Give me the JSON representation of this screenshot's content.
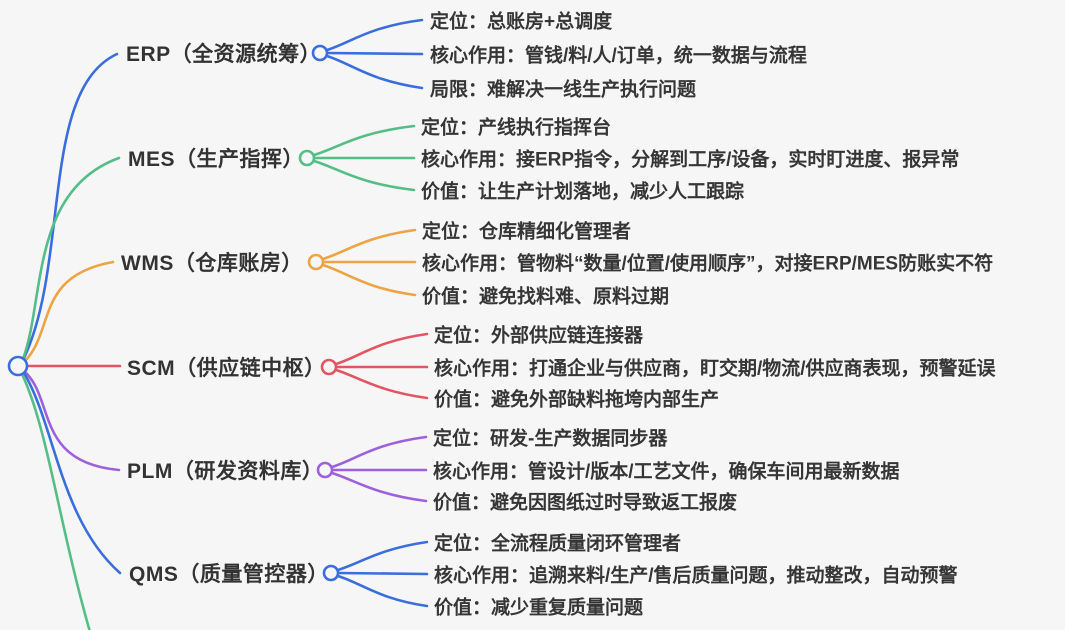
{
  "canvas": {
    "background": "#f6f6f7",
    "text_color": "#333333"
  },
  "root": {
    "color": "#3a6edc"
  },
  "branches": [
    {
      "label": "ERP（全资源统筹）",
      "color": "#3a6edc",
      "details": [
        "定位：总账房+总调度",
        "核心作用：管钱/料/人/订单，统一数据与流程",
        "局限：难解决一线生产执行问题"
      ]
    },
    {
      "label": "MES（生产指挥）",
      "color": "#54be86",
      "details": [
        "定位：产线执行指挥台",
        "核心作用：接ERP指令，分解到工序/设备，实时盯进度、报异常",
        "价值：让生产计划落地，减少人工跟踪"
      ]
    },
    {
      "label": "WMS（仓库账房）",
      "color": "#eca444",
      "details": [
        "定位：仓库精细化管理者",
        "核心作用：管物料“数量/位置/使用顺序”，对接ERP/MES防账实不符",
        "价值：避免找料难、原料过期"
      ]
    },
    {
      "label": "SCM（供应链中枢）",
      "color": "#e25563",
      "details": [
        "定位：外部供应链连接器",
        "核心作用：打通企业与供应商，盯交期/物流/供应商表现，预警延误",
        "价值：避免外部缺料拖垮内部生产"
      ]
    },
    {
      "label": "PLM（研发资料库）",
      "color": "#9d62db",
      "details": [
        "定位：研发-生产数据同步器",
        "核心作用：管设计/版本/工艺文件，确保车间用最新数据",
        "价值：避免因图纸过时导致返工报废"
      ]
    },
    {
      "label": "QMS（质量管控器）",
      "color": "#3a6edc",
      "details": [
        "定位：全流程质量闭环管理者",
        "核心作用：追溯来料/生产/售后质量问题，推动整改，自动预警",
        "价值：减少重复质量问题"
      ]
    }
  ]
}
